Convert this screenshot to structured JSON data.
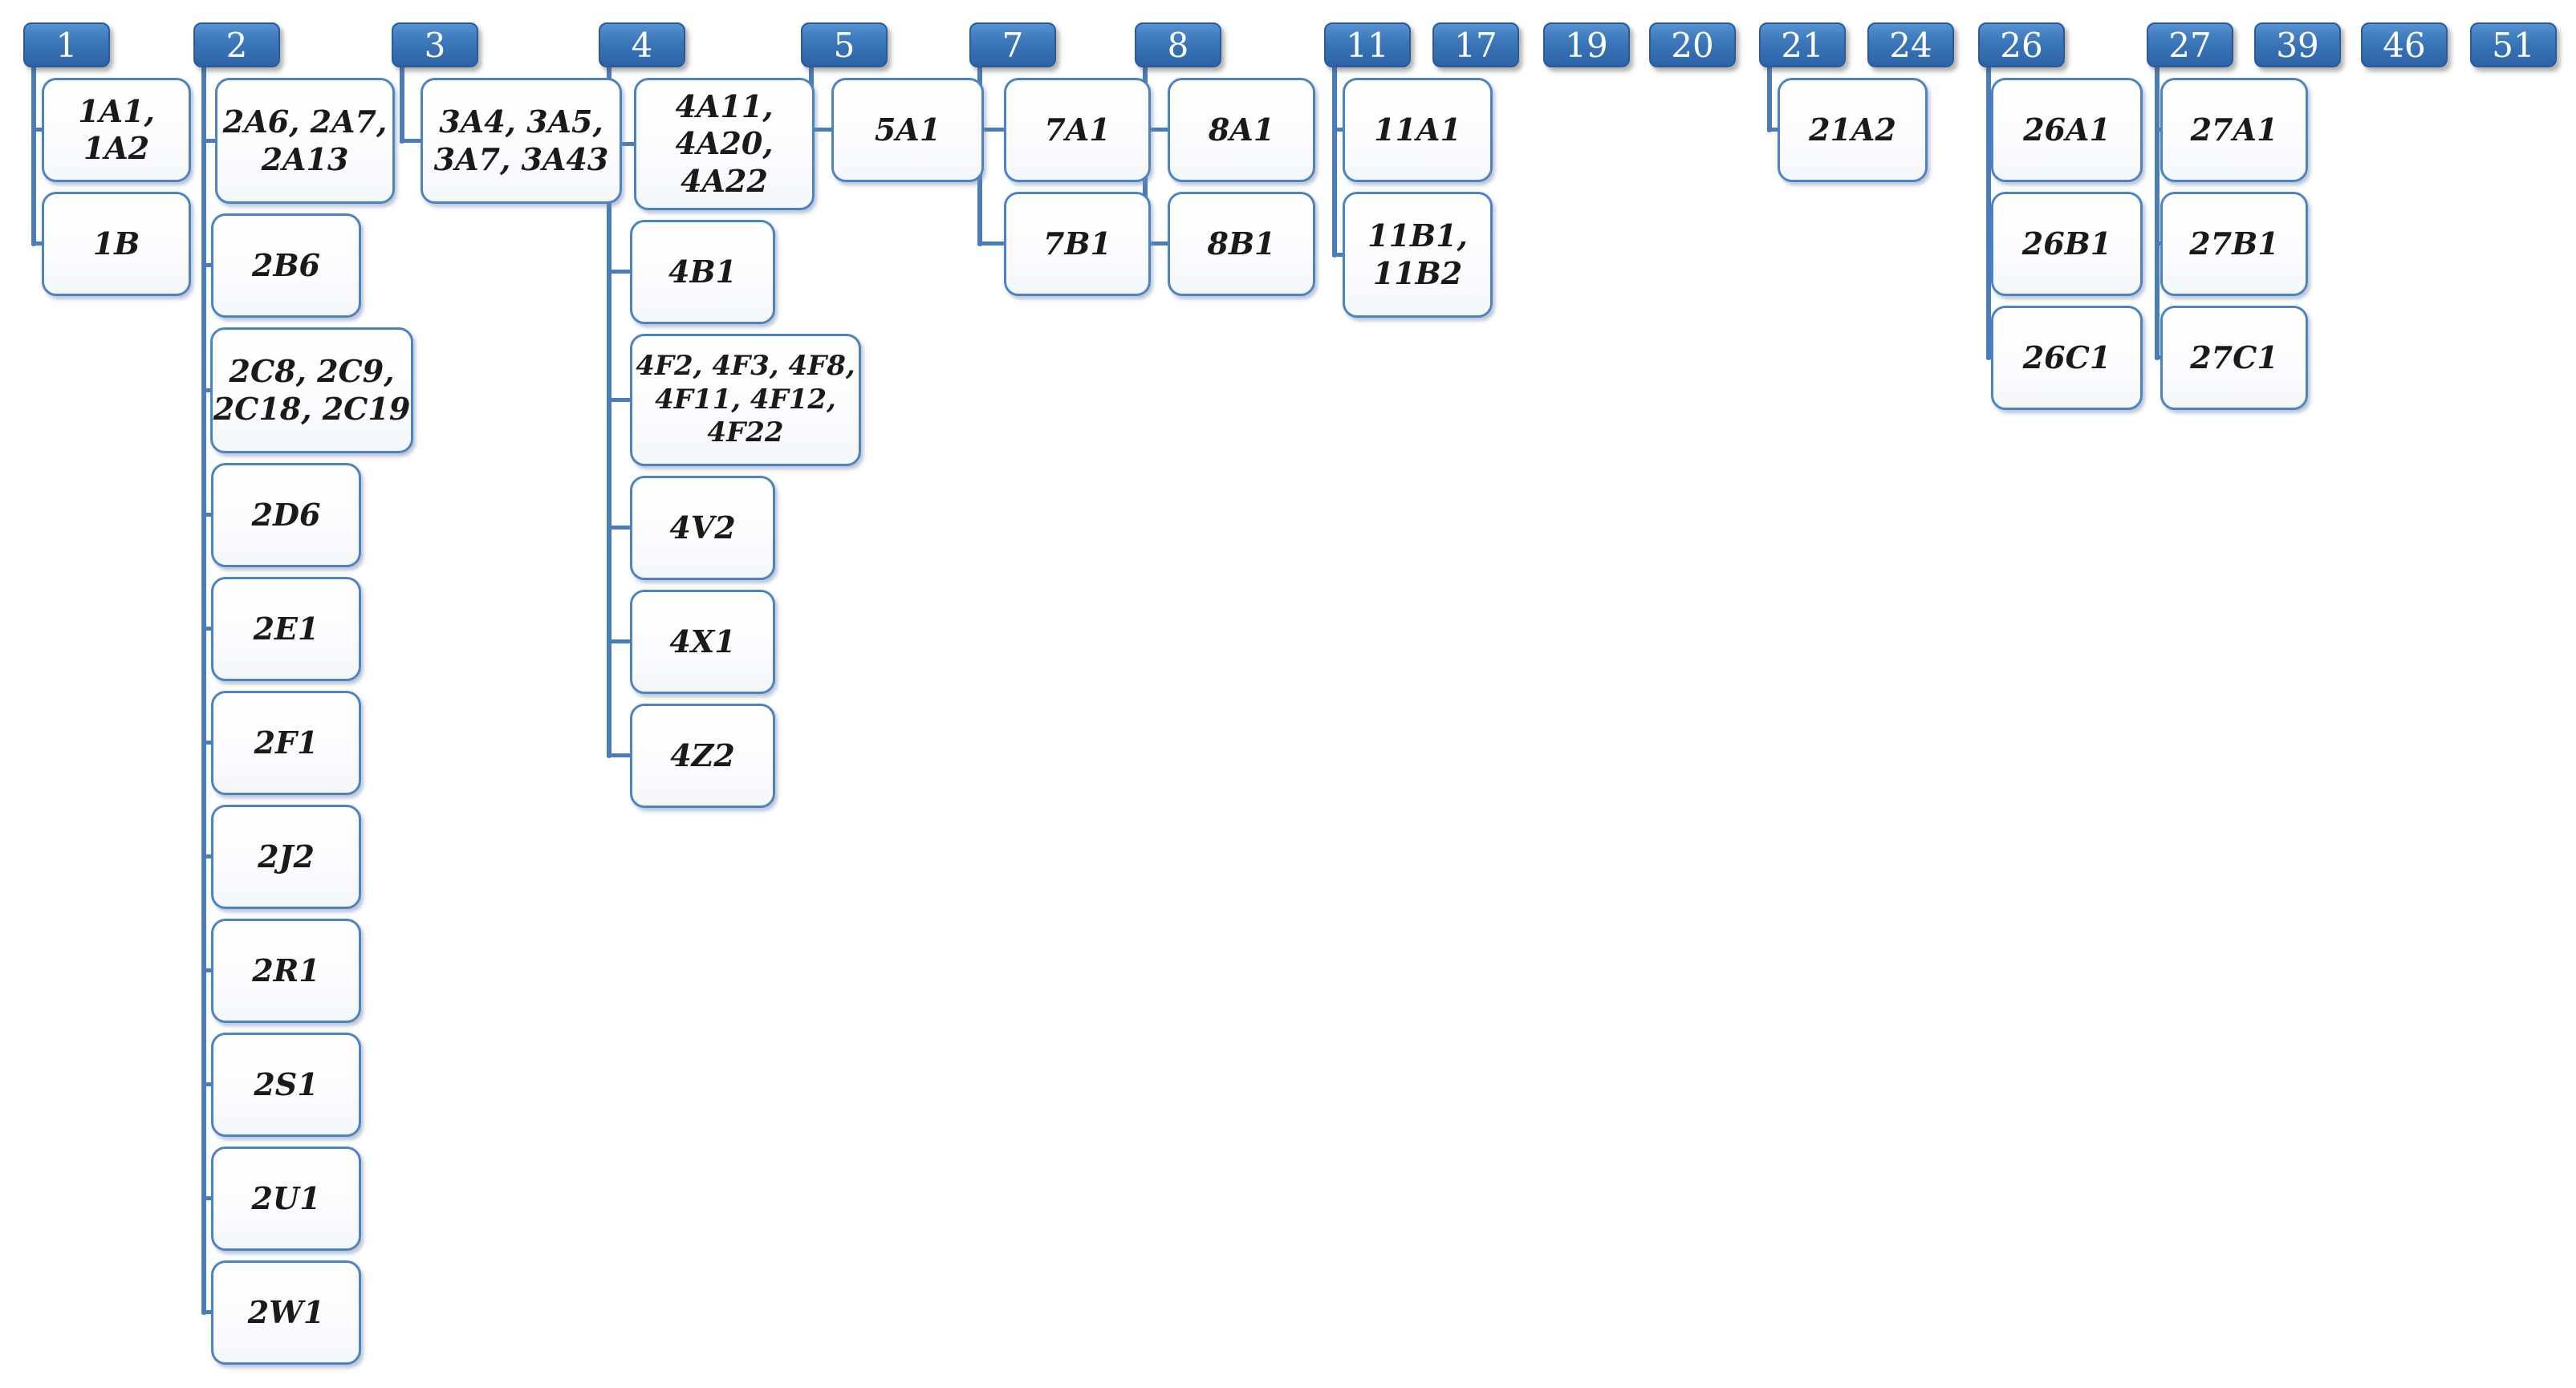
{
  "diagram": {
    "colors": {
      "background": "#ffffff",
      "header_fill_top": "#5692d1",
      "header_fill_bottom": "#2d63a6",
      "header_border": "#2a5a97",
      "header_text": "#ffffff",
      "node_border": "#4c83c3",
      "node_fill": "#fbfcfe",
      "node_text": "#1a1a1a",
      "connector": "#4a7cb8"
    },
    "columns": [
      {
        "header": "1",
        "children": [
          "1A1, 1A2",
          "1B"
        ]
      },
      {
        "header": "2",
        "children": [
          "2A6, 2A7,\n2A13",
          "2B6",
          "2C8, 2C9,\n2C18, 2C19",
          "2D6",
          "2E1",
          "2F1",
          "2J2",
          "2R1",
          "2S1",
          "2U1",
          "2W1"
        ]
      },
      {
        "header": "3",
        "children": [
          "3A4, 3A5,\n3A7, 3A43"
        ]
      },
      {
        "header": "4",
        "children": [
          "4A11,\n4A20,\n4A22",
          "4B1",
          "4F2, 4F3, 4F8,\n4F11, 4F12,\n4F22",
          "4V2",
          "4X1",
          "4Z2"
        ]
      },
      {
        "header": "5",
        "children": [
          "5A1"
        ]
      },
      {
        "header": "7",
        "children": [
          "7A1",
          "7B1"
        ]
      },
      {
        "header": "8",
        "children": [
          "8A1",
          "8B1"
        ]
      },
      {
        "header": "11",
        "children": [
          "11A1",
          "11B1,\n11B2"
        ]
      },
      {
        "header": "17",
        "children": []
      },
      {
        "header": "19",
        "children": []
      },
      {
        "header": "20",
        "children": []
      },
      {
        "header": "21",
        "children": [
          "21A2"
        ]
      },
      {
        "header": "24",
        "children": []
      },
      {
        "header": "26",
        "children": [
          "26A1",
          "26B1",
          "26C1"
        ]
      },
      {
        "header": "27",
        "children": [
          "27A1",
          "27B1",
          "27C1"
        ]
      },
      {
        "header": "39",
        "children": []
      },
      {
        "header": "46",
        "children": []
      },
      {
        "header": "51",
        "children": []
      }
    ]
  }
}
